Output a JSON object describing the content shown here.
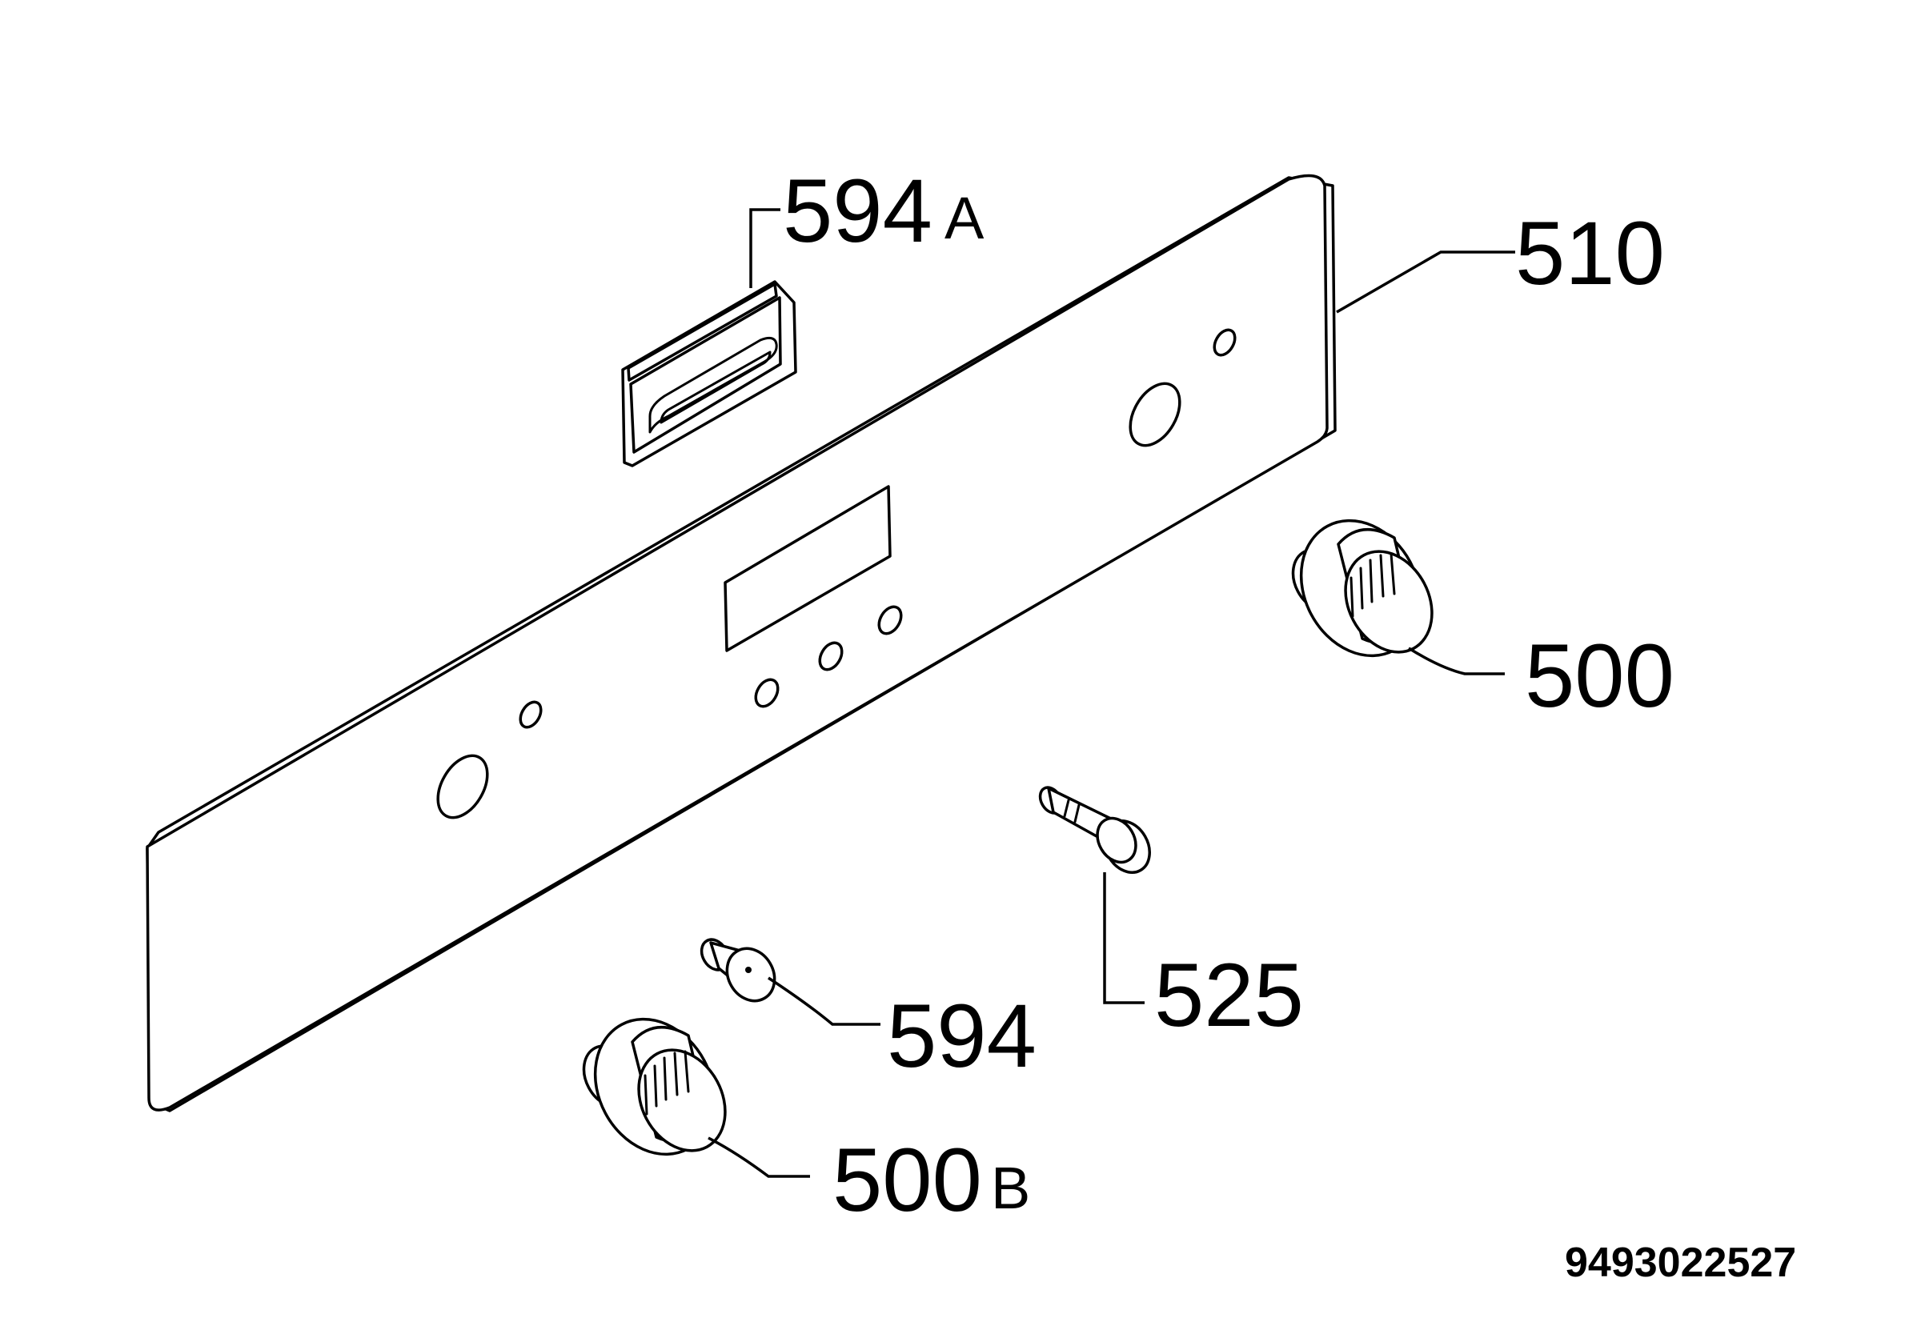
{
  "callouts": {
    "panel": {
      "number": "510",
      "suffix": ""
    },
    "clip": {
      "number": "594",
      "suffix": "A"
    },
    "knob_right": {
      "number": "500",
      "suffix": ""
    },
    "pushrod": {
      "number": "525",
      "suffix": ""
    },
    "spindle": {
      "number": "594",
      "suffix": ""
    },
    "knob_bottom": {
      "number": "500",
      "suffix": "B"
    }
  },
  "document_number": "9493022527"
}
